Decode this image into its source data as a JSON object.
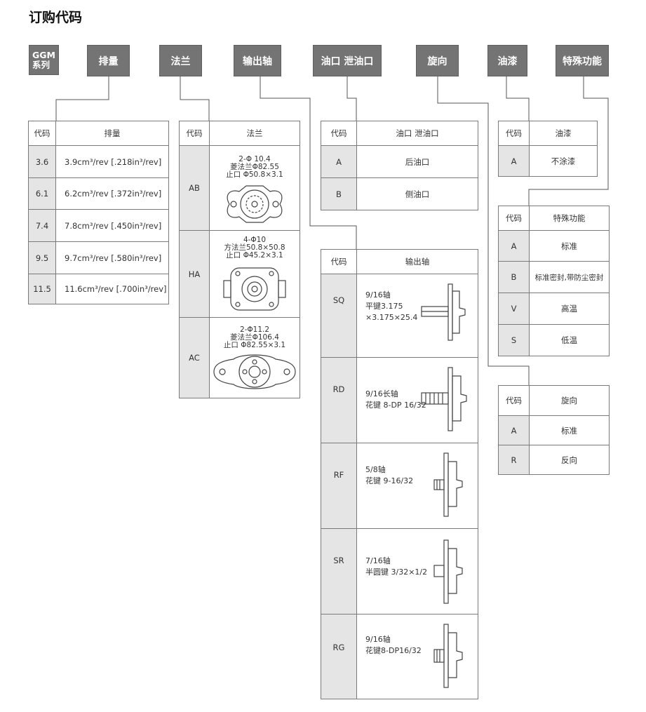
{
  "title": "订购代码",
  "headers": {
    "series_line1": "GGM",
    "series_line2": "系列",
    "displacement": "排量",
    "flange": "法兰",
    "shaft": "输出轴",
    "ports": "油口 泄油口",
    "rotation": "旋向",
    "paint": "油漆",
    "special": "特殊功能"
  },
  "code_label": "代码",
  "displacement_table": {
    "header": "排量",
    "rows": [
      {
        "code": "3.6",
        "desc": "3.9cm³/rev [.218in³/rev]"
      },
      {
        "code": "6.1",
        "desc": "6.2cm³/rev [.372in³/rev]"
      },
      {
        "code": "7.4",
        "desc": "7.8cm³/rev [.450in³/rev]"
      },
      {
        "code": "9.5",
        "desc": "9.7cm³/rev [.580in³/rev]"
      },
      {
        "code": "11.5",
        "desc": "11.6cm³/rev [.700in³/rev]"
      }
    ]
  },
  "flange_table": {
    "header": "法兰",
    "rows": [
      {
        "code": "AB",
        "l1": "2-Φ 10.4",
        "l2": "菱法兰Φ82.55",
        "l3": "止口 Φ50.8×3.1"
      },
      {
        "code": "HA",
        "l1": "4-Φ10",
        "l2": "方法兰50.8×50.8",
        "l3": "止口 Φ45.2×3.1"
      },
      {
        "code": "AC",
        "l1": "2-Φ11.2",
        "l2": "菱法兰Φ106.4",
        "l3": "止口 Φ82.55×3.1"
      }
    ]
  },
  "ports_table": {
    "header": "油口 泄油口",
    "rows": [
      {
        "code": "A",
        "desc": "后油口"
      },
      {
        "code": "B",
        "desc": "侧油口"
      }
    ]
  },
  "shaft_table": {
    "header": "输出轴",
    "rows": [
      {
        "code": "SQ",
        "l1": "9/16轴",
        "l2": "平键3.175",
        "l3": "×3.175×25.4"
      },
      {
        "code": "RD",
        "l1": "9/16长轴",
        "l2": "花键 8-DP 16/32",
        "l3": ""
      },
      {
        "code": "RF",
        "l1": "5/8轴",
        "l2": "花键 9-16/32",
        "l3": ""
      },
      {
        "code": "SR",
        "l1": "7/16轴",
        "l2": "半圆键 3/32×1/2",
        "l3": ""
      },
      {
        "code": "RG",
        "l1": "9/16轴",
        "l2": "花键8-DP16/32",
        "l3": ""
      }
    ]
  },
  "paint_table": {
    "header": "油漆",
    "rows": [
      {
        "code": "A",
        "desc": "不涂漆"
      }
    ]
  },
  "special_table": {
    "header": "特殊功能",
    "rows": [
      {
        "code": "A",
        "desc": "标准"
      },
      {
        "code": "B",
        "desc": "标准密封,带防尘密封"
      },
      {
        "code": "V",
        "desc": "高温"
      },
      {
        "code": "S",
        "desc": "低温"
      }
    ]
  },
  "rotation_table": {
    "header": "旋向",
    "rows": [
      {
        "code": "A",
        "desc": "标准"
      },
      {
        "code": "R",
        "desc": "反向"
      }
    ]
  },
  "colors": {
    "header_bg": "#747474",
    "code_cell_bg": "#e5e5e5",
    "border": "#7a7a7a"
  }
}
